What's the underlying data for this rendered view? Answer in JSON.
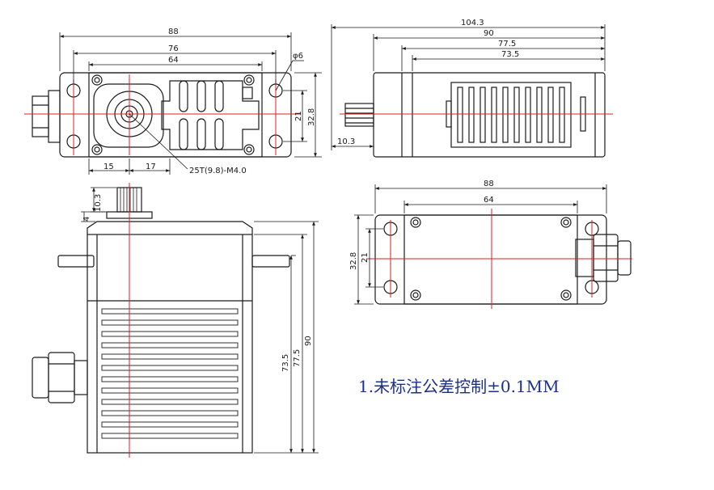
{
  "top_view": {
    "dim_88": "88",
    "dim_76": "76",
    "dim_64": "64",
    "dim_hole": "φ6",
    "dim_21": "21",
    "dim_32_8": "32.8",
    "dim_15": "15",
    "dim_17": "17",
    "spline_callout": "25T(9.8)-M4.0"
  },
  "side_view_right": {
    "dim_104_3": "104.3",
    "dim_90": "90",
    "dim_77_5": "77.5",
    "dim_73_5": "73.5",
    "dim_10_3": "10.3"
  },
  "front_view": {
    "dim_10_3": "10.3",
    "dim_4": "4",
    "dim_73_5": "73.5",
    "dim_77_5": "77.5",
    "dim_90": "90"
  },
  "bottom_view": {
    "dim_88": "88",
    "dim_64": "64",
    "dim_32_8": "32.8",
    "dim_21": "21"
  },
  "note": "1.未标注公差控制±0.1MM",
  "colors": {
    "outline": "#1a1a1a",
    "dimension": "#1a1a1a",
    "centerline": "#e0201e",
    "note": "#1b2f8c"
  }
}
